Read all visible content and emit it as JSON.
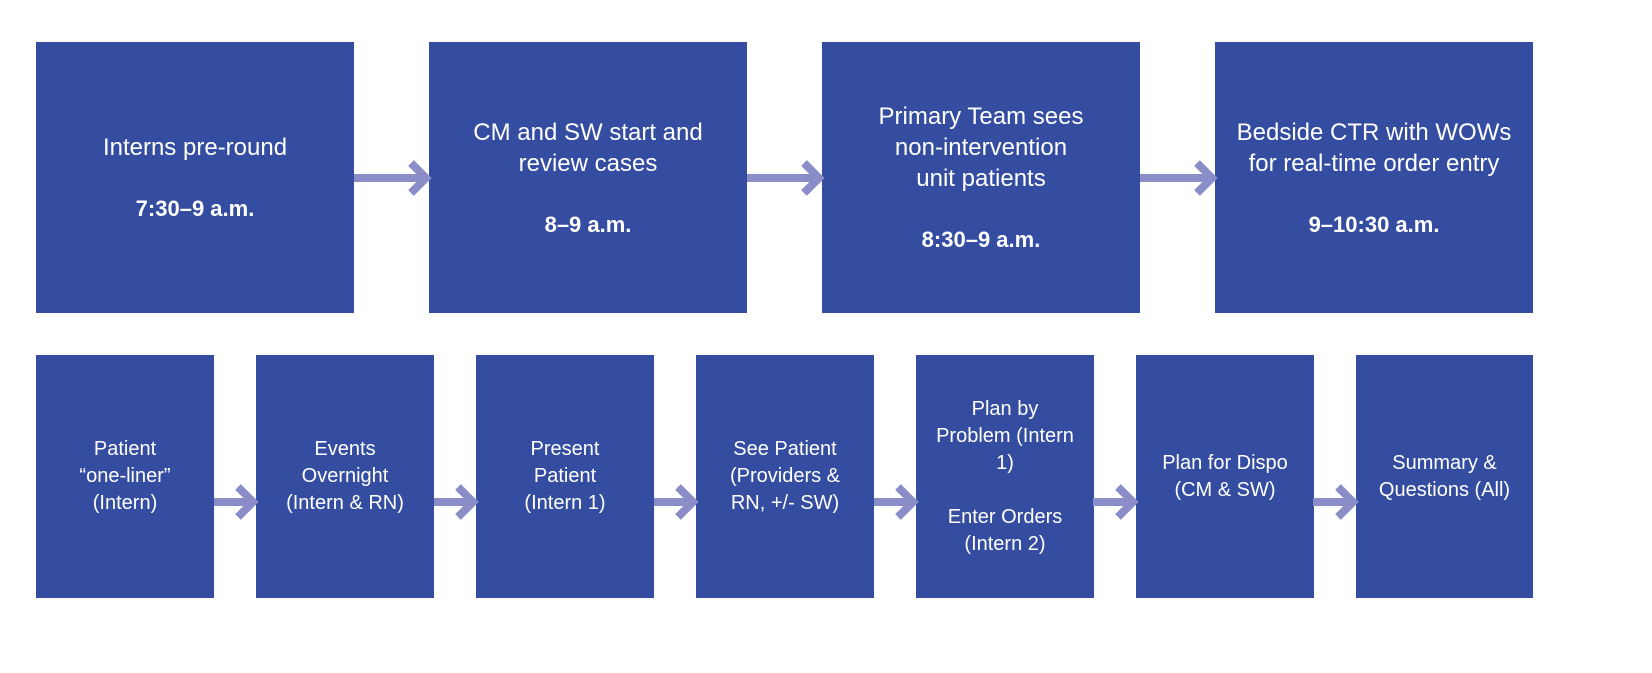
{
  "colors": {
    "box_fill": "#354da0",
    "box_text": "#ffffff",
    "arrow": "#8a8dc8",
    "background": "#ffffff"
  },
  "top_row": [
    {
      "label": "Interns pre-round",
      "time": "7:30–9 a.m."
    },
    {
      "label": "CM and SW start and\nreview cases",
      "time": "8–9 a.m."
    },
    {
      "label": "Primary Team sees\nnon-intervention\nunit patients",
      "time": "8:30–9 a.m."
    },
    {
      "label": "Bedside CTR with WOWs\nfor real-time order entry",
      "time": "9–10:30 a.m."
    }
  ],
  "bottom_row": [
    {
      "label": "Patient\n“one-liner”\n(Intern)"
    },
    {
      "label": "Events\nOvernight\n(Intern & RN)"
    },
    {
      "label": "Present\nPatient\n(Intern 1)"
    },
    {
      "label": "See Patient\n(Providers &\nRN, +/- SW)"
    },
    {
      "label": "Plan by\nProblem (Intern\n1)",
      "sublabel": "Enter Orders\n(Intern 2)"
    },
    {
      "label": "Plan for Dispo\n(CM & SW)"
    },
    {
      "label": "Summary &\nQuestions (All)"
    }
  ],
  "arrows": {
    "icon": "right-arrow-icon",
    "top_count": 3,
    "bottom_count": 6
  }
}
